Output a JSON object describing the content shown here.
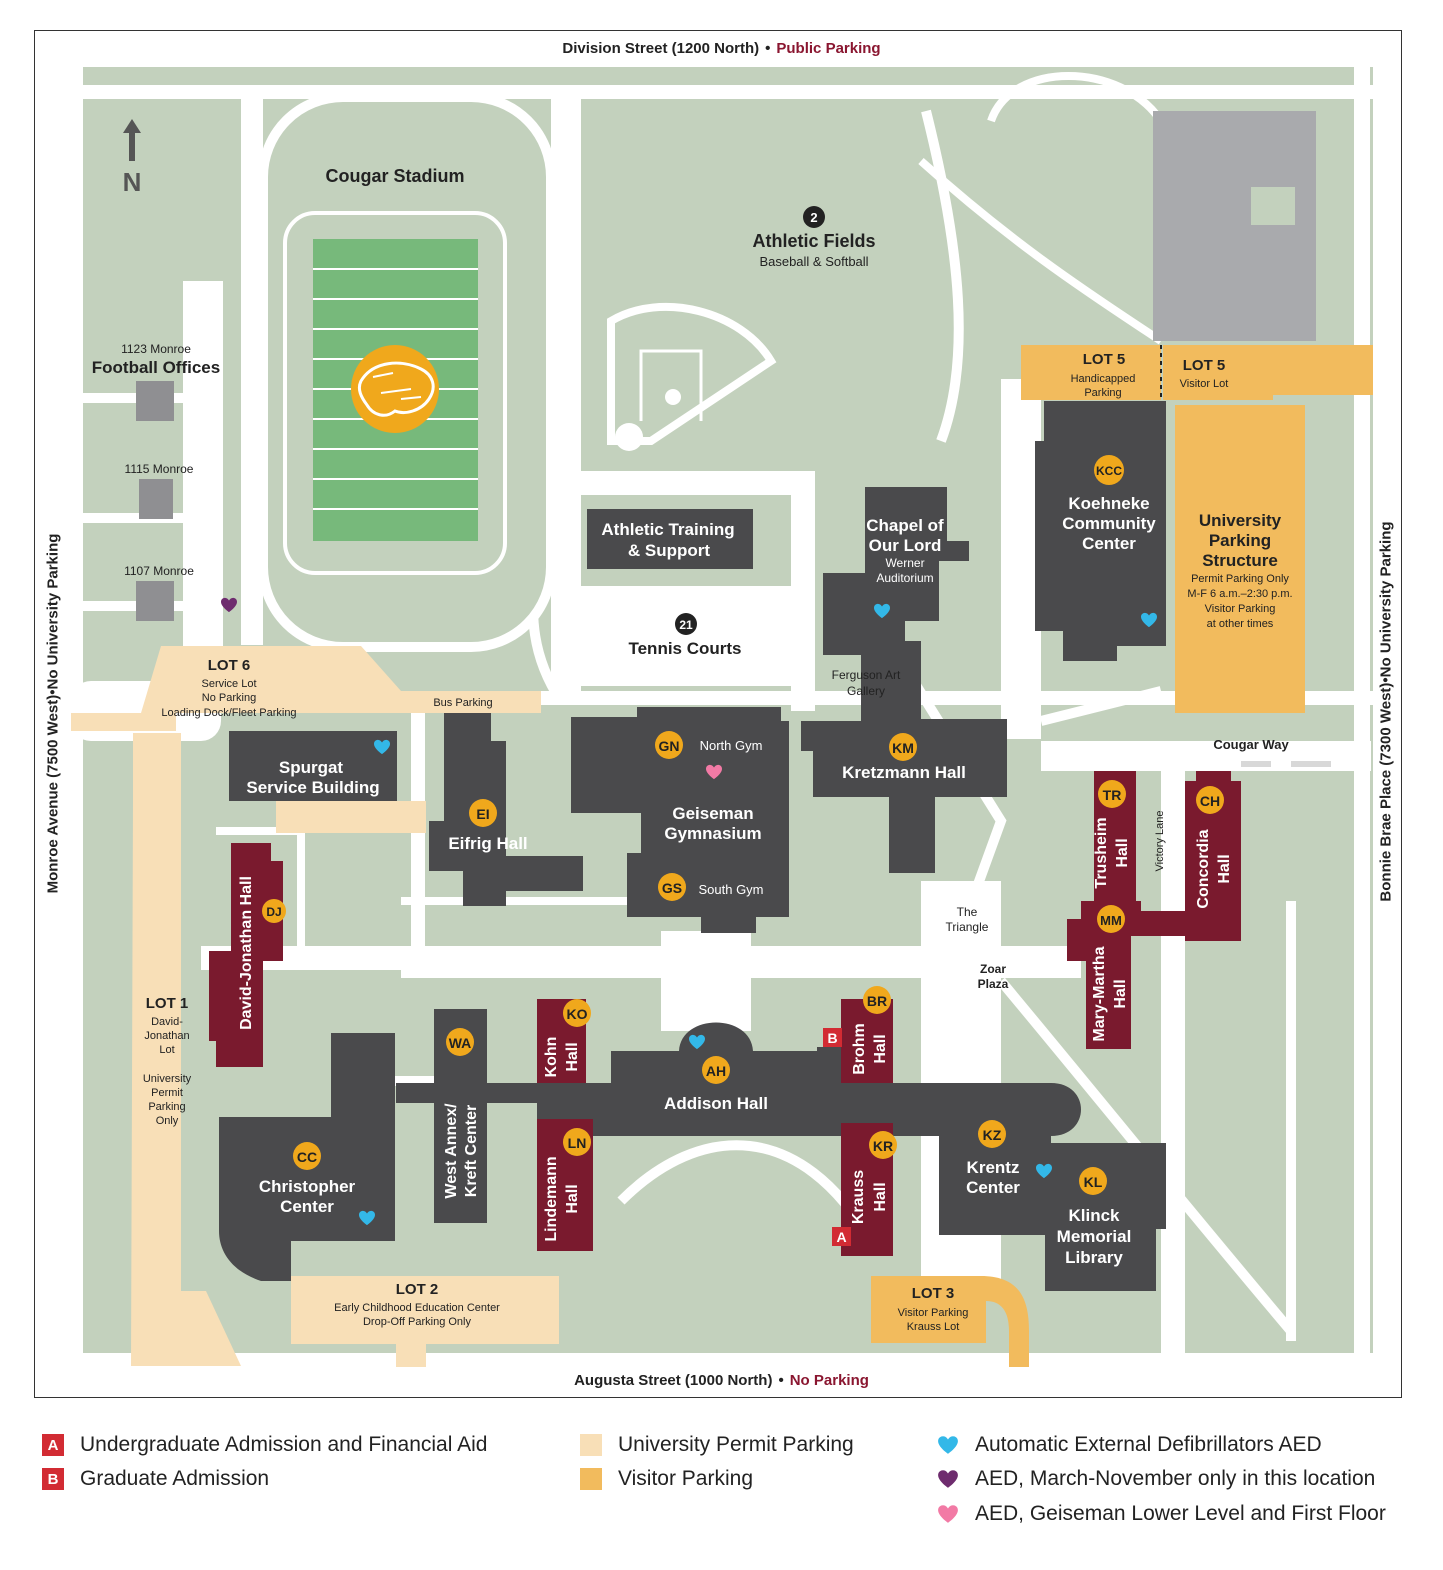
{
  "streets": {
    "north": {
      "name": "Division Street (1200 North)",
      "note": "Public Parking"
    },
    "south": {
      "name": "Augusta Street (1000 North)",
      "note": "No Parking"
    },
    "west": {
      "name": "Monroe Avenue (7500 West)",
      "note": "No University Parking"
    },
    "east": {
      "name": "Bonnie Brae Place (7300 West)",
      "note": "No University Parking"
    }
  },
  "compass": {
    "letter": "N",
    "icon": "north-arrow-icon"
  },
  "colors": {
    "grass": "#c3d1bd",
    "road": "#ffffff",
    "building": "#4a4a4c",
    "residence": "#7a1a2e",
    "field": "#77b97b",
    "permit_parking": "#f8dfb7",
    "visitor_parking": "#f2bb5d",
    "badge": "#f0a81c",
    "aed": "#33b8e8",
    "aed_seasonal": "#6e2c6e",
    "aed_geiseman": "#f27aa5",
    "admission": "#d22b33",
    "warn_text": "#8a1630"
  },
  "landmarks": {
    "stadium": "Cougar Stadium",
    "athletic_fields": {
      "num": "2",
      "name": "Athletic Fields",
      "sub": "Baseball & Softball"
    },
    "tennis": {
      "num": "21",
      "name": "Tennis Courts"
    },
    "football_offices": {
      "addr": "1123 Monroe",
      "name": "Football Offices"
    },
    "addr_1115": "1115 Monroe",
    "addr_1107": "1107 Monroe",
    "bus_parking": "Bus Parking",
    "cougar_way": "Cougar Way",
    "victory_lane": "Victory Lane",
    "triangle": [
      "The",
      "Triangle"
    ],
    "zoar": [
      "Zoar",
      "Plaza"
    ],
    "ferguson": [
      "Ferguson Art",
      "Gallery"
    ]
  },
  "buildings": {
    "athletic_training": [
      "Athletic Training",
      "& Support"
    ],
    "chapel": {
      "name": [
        "Chapel of",
        "Our Lord"
      ],
      "sub": [
        "Werner",
        "Auditorium"
      ]
    },
    "koehneke": {
      "code": "KCC",
      "name": [
        "Koehneke",
        "Community",
        "Center"
      ]
    },
    "spurgat": [
      "Spurgat",
      "Service Building"
    ],
    "eifrig": {
      "code": "EI",
      "name": "Eifrig Hall"
    },
    "geiseman": {
      "north_code": "GN",
      "north": "North Gym",
      "south_code": "GS",
      "south": "South Gym",
      "name": [
        "Geiseman",
        "Gymnasium"
      ]
    },
    "kretzmann": {
      "code": "KM",
      "name": "Kretzmann Hall"
    },
    "trusheim": {
      "code": "TR",
      "name": [
        "Trusheim",
        "Hall"
      ]
    },
    "concordia": {
      "code": "CH",
      "name": [
        "Concordia",
        "Hall"
      ]
    },
    "mary_martha": {
      "code": "MM",
      "name": [
        "Mary-Martha",
        "Hall"
      ]
    },
    "david_jonathan": {
      "code": "DJ",
      "name": "David-Jonathan Hall"
    },
    "west_annex": {
      "code": "WA",
      "name": [
        "West Annex/",
        "Kreft Center"
      ]
    },
    "kohn": {
      "code": "KO",
      "name": [
        "Kohn",
        "Hall"
      ]
    },
    "lindemann": {
      "code": "LN",
      "name": [
        "Lindemann",
        "Hall"
      ]
    },
    "addison": {
      "code": "AH",
      "name": "Addison Hall"
    },
    "brohm": {
      "code": "BR",
      "name": [
        "Brohm",
        "Hall"
      ]
    },
    "krauss": {
      "code": "KR",
      "name": [
        "Krauss",
        "Hall"
      ]
    },
    "krentz": {
      "code": "KZ",
      "name": [
        "Krentz",
        "Center"
      ]
    },
    "klinck": {
      "code": "KL",
      "name": [
        "Klinck",
        "Memorial",
        "Library"
      ]
    },
    "christopher": {
      "code": "CC",
      "name": [
        "Christopher",
        "Center"
      ]
    },
    "parking_structure": {
      "name": [
        "University",
        "Parking",
        "Structure"
      ],
      "info": [
        "Permit Parking Only",
        "M-F 6 a.m.–2:30 p.m.",
        "Visitor Parking",
        "at other times"
      ]
    }
  },
  "lots": {
    "lot5a": {
      "name": "LOT 5",
      "sub": [
        "Handicapped",
        "Parking"
      ]
    },
    "lot5b": {
      "name": "LOT 5",
      "sub": [
        "Visitor Lot"
      ]
    },
    "lot6": {
      "name": "LOT 6",
      "sub": [
        "Service Lot",
        "No Parking",
        "Loading Dock/Fleet Parking"
      ]
    },
    "lot1": {
      "name": "LOT 1",
      "sub": [
        "David-",
        "Jonathan",
        "Lot",
        "",
        "University",
        "Permit",
        "Parking",
        "Only"
      ]
    },
    "lot2": {
      "name": "LOT 2",
      "sub": [
        "Early Childhood Education Center",
        "Drop-Off Parking Only"
      ]
    },
    "lot3": {
      "name": "LOT 3",
      "sub": [
        "Visitor Parking",
        "Krauss Lot"
      ]
    }
  },
  "markers": {
    "a": "A",
    "b": "B"
  },
  "legend": {
    "items": [
      {
        "key": "A",
        "label": "Undergraduate Admission and Financial Aid",
        "kind": "letter"
      },
      {
        "key": "B",
        "label": "Graduate Admission",
        "kind": "letter"
      },
      {
        "key": "permit",
        "label": "University Permit Parking",
        "kind": "swatch"
      },
      {
        "key": "visitor",
        "label": "Visitor Parking",
        "kind": "swatch"
      },
      {
        "key": "aed",
        "label": "Automatic External Defibrillators AED",
        "kind": "heart"
      },
      {
        "key": "aed_seasonal",
        "label": "AED, March-November only in this location",
        "kind": "heart"
      },
      {
        "key": "aed_geiseman",
        "label": "AED, Geiseman Lower Level and First Floor",
        "kind": "heart"
      }
    ]
  }
}
